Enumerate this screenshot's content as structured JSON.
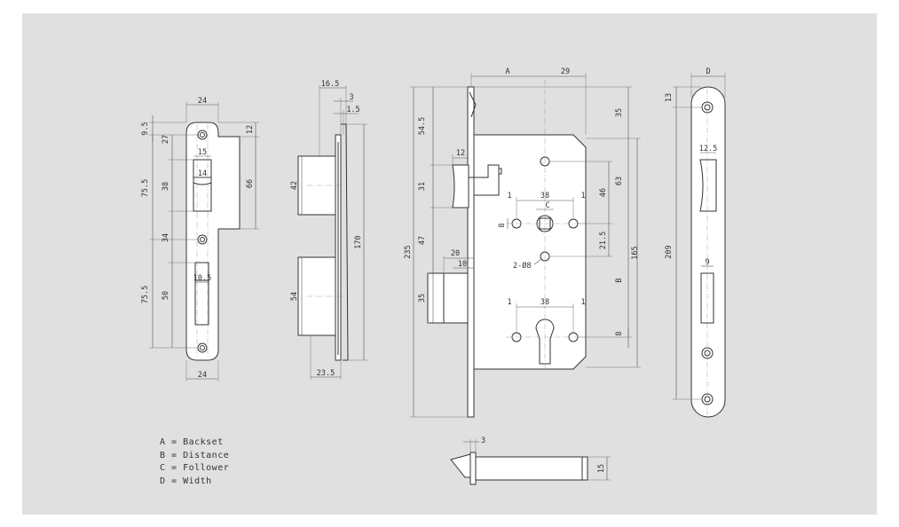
{
  "legend": [
    "A = Backset",
    "B = Distance",
    "C = Follower",
    "D = Width"
  ],
  "dims": {
    "strike_top_width": "24",
    "strike_bottom_width": "24",
    "strike_top_hole": "9.5",
    "strike_27": "27",
    "strike_75a": "75.5",
    "strike_38": "38",
    "strike_34": "34",
    "strike_75b": "75.5",
    "strike_50": "50",
    "strike_12": "12",
    "strike_66": "66",
    "strike_15": "15",
    "strike_14": "14",
    "strike_10_5": "10.5",
    "side_16_5": "16.5",
    "side_3": "3",
    "side_1_5": "1.5",
    "side_42": "42",
    "side_54": "54",
    "side_170": "170",
    "side_23_5": "23.5",
    "body_A": "A",
    "body_29": "29",
    "body_54_5": "54.5",
    "body_31": "31",
    "body_47": "47",
    "body_35": "35",
    "body_235": "235",
    "body_12": "12",
    "body_20": "20",
    "body_10": "10",
    "body_1a": "1",
    "body_38a": "38",
    "body_1b": "1",
    "body_C": "C",
    "body_8": "8",
    "body_2_8": "2-Ø8",
    "body_1c": "1",
    "body_38b": "38",
    "body_1d": "1",
    "body_35r": "35",
    "body_63": "63",
    "body_46": "46",
    "body_21_5": "21.5",
    "body_165": "165",
    "body_B": "B",
    "body_8r": "8",
    "face_D": "D",
    "face_13": "13",
    "face_12_5": "12.5",
    "face_209": "209",
    "face_9": "9",
    "latch_3": "3",
    "latch_15": "15"
  }
}
